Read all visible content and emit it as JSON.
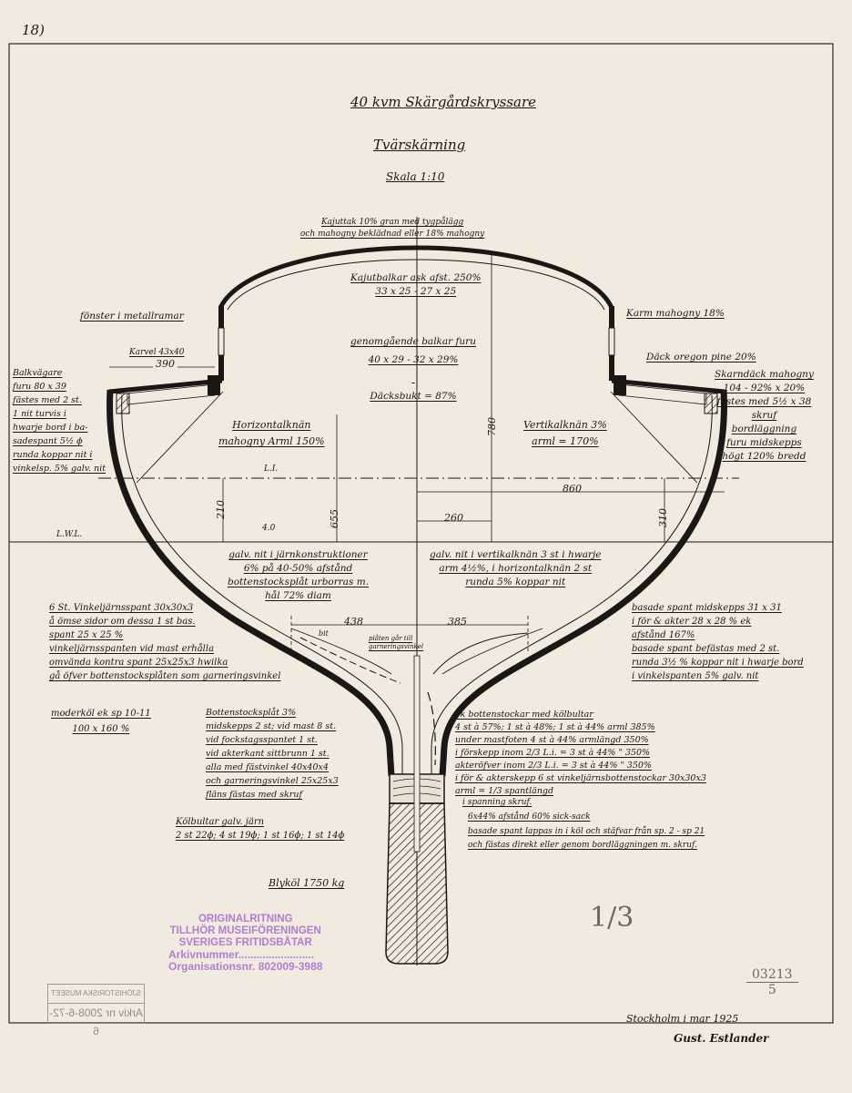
{
  "sheet_number": "18)",
  "title": "40 kvm Skärgårdskryssare",
  "subtitle": "Tvärskärning",
  "scale": "Skala 1:10",
  "dimensions": {
    "d780": "780",
    "d860": "860",
    "d260": "260",
    "d210": "210",
    "d655": "655",
    "d310": "310",
    "d390": "390",
    "d438": "438",
    "d385": "385",
    "li": "L.I.",
    "lwl": "L.W.L.",
    "d40": "4.0",
    "bit": "bit"
  },
  "notes": {
    "kajuttak": [
      "Kajuttak 10% gran med tygpålägg",
      "och mahogny beklädnad eller 18% mahogny"
    ],
    "kajutbalkar": [
      "Kajutbalkar ask afst. 250%",
      "33 x 25 - 27 x 25"
    ],
    "fonster": [
      "fönster i metallramar"
    ],
    "karm": [
      "Karm mahogny 18%"
    ],
    "karvel": [
      "Karvel 43x40"
    ],
    "balkar": [
      "genomgående balkar furu",
      "40 x 29 - 32 x 29%",
      "",
      "Däcksbukt = 87%"
    ],
    "dack": [
      "Däck oregon pine 20%"
    ],
    "skarndack": [
      "Skarndäck mahogny",
      "104 - 92% x 20%",
      "fästes med 5½ x 38",
      "skruf",
      "bordläggning",
      "furu midskepps",
      "högt 120% bredd"
    ],
    "balkvagare": [
      "Balkvägare",
      "furu 80 x 39",
      "fästes med 2 st.",
      "1 nit turvis i",
      "hwarje bord i ba-",
      "sadespant 5½ ϕ",
      "runda koppar nit i",
      "vinkelsp. 5% galv. nit"
    ],
    "horizontalknan": [
      "Horizontalknän",
      "mahogny Arml 150%"
    ],
    "vertikalknan": [
      "Vertikalknän 3%",
      "arml = 170%"
    ],
    "galv_left": [
      "galv. nit i järnkonstruktioner",
      "6% på 40-50% afstånd",
      "bottenstocksplåt urborras m.",
      "hål 72% diam"
    ],
    "galv_right": [
      "galv. nit i vertikalknän 3 st i hwarje",
      "arm 4½%, i horizontalknän 2 st",
      "runda 5% koppar nit"
    ],
    "vinkeljarn": [
      "6 St. Vinkeljärnsspant 30x30x3",
      "å ömse sidor om dessa 1 st bas.",
      "spant 25 x 25 %",
      "vinkeljärnsspanten vid mast erhålla",
      "omvända kontra spant 25x25x3 hwilka",
      "gå öfver bottenstocksplåten som garneringsvinkel"
    ],
    "moderkol": [
      "moderköl ek sp 10-11",
      "100 x 160 %"
    ],
    "platen": [
      "plåten går till",
      "garneringsvinkel"
    ],
    "bottenstocksplat": [
      "Bottenstocksplåt 3%",
      "midskepps 2 st; vid mast 8 st.",
      "vid fockstagsspantet 1 st.",
      "vid akterkant sittbrunn 1 st.",
      "alla med fästvinkel 40x40x4",
      "och garneringsvinkel 25x25x3",
      "fläns fästas med skruf"
    ],
    "kolbultar": [
      "Kölbultar galv. järn",
      "2 st 22ϕ; 4 st 19ϕ; 1 st 16ϕ; 1 st 14ϕ"
    ],
    "basade_right": [
      "basade spant midskepps 31 x 31",
      "i för & akter 28 x 28 % ek",
      "afstånd 167%",
      "basade spant befästas med 2 st.",
      "runda 3½ % koppar nit i hwarje bord",
      "i vinkelspanten 5% galv. nit"
    ],
    "ek_bottenstockar": [
      "ek bottenstockar med kölbultar",
      "4 st à 57%; 1 st à 48%; 1 st à 44% arml 385%",
      "under mastfoten 4 st à 44% armlängd 350%",
      "i förskepp inom 2/3 L.i. = 3 st à 44%  \"  350%",
      "akteröfver inom 2/3 L.i. = 3 st à 44%  \"  350%",
      "i för & akterskepp 6 st vinkeljärnsbottenstockar 30x30x3",
      "arml = 1/3 spantlängd"
    ],
    "spanning": [
      "i spanning skruf."
    ],
    "sicksack": [
      "6x44% afstånd 60% sick-sack"
    ],
    "basade_lappas": [
      "basade spant lappas in i köl och stäfvar från sp. 2 - sp 21",
      "och fästas direkt eller genom bordläggningen m. skruf."
    ],
    "blykol": [
      "Blyköl 1750 kg"
    ]
  },
  "pencil": {
    "fraction": "1/3",
    "archive_top": "03213",
    "archive_bottom": "5"
  },
  "stamp_purple": [
    "ORIGINALRITNING",
    "TILLHÖR MUSEIFÖRENINGEN",
    "SVERIGES FRITIDSBÅTAR",
    "Arkivnummer.........................",
    "Organisationsnr. 802009-3988"
  ],
  "stamp_gray": [
    "SJÖHISTORISKA MUSEET",
    "Arkiv nr 2008-6-72-6"
  ],
  "signature": {
    "place_date": "Stockholm i mar 1925",
    "name": "Gust. Estlander"
  },
  "colors": {
    "paper": "#f1ebdf",
    "ink": "#1a1714",
    "stamp": "#a46ad0"
  }
}
